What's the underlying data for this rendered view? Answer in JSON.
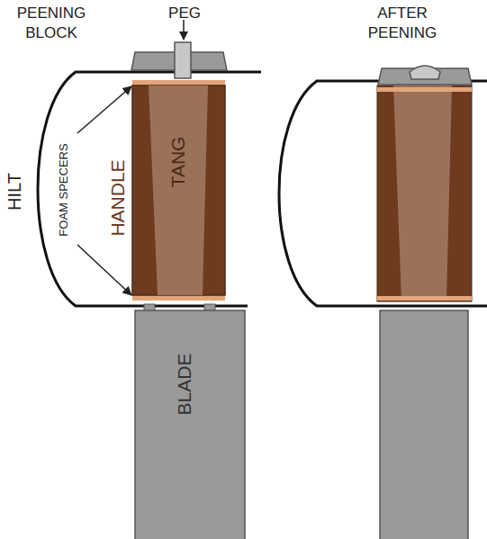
{
  "diagram": {
    "nodes": [
      {
        "text": [
          "HANDLE"
        ]
      },
      {
        "text": [
          "TANG"
        ],
        "in": 0
      },
      {
        "text": [
          "BLADE"
        ]
      }
    ],
    "labels": [
      "PEENING BLOCK",
      "PEG",
      "AFTER PEENING",
      "HILT",
      "FOAM SPECERS"
    ]
  }
}
